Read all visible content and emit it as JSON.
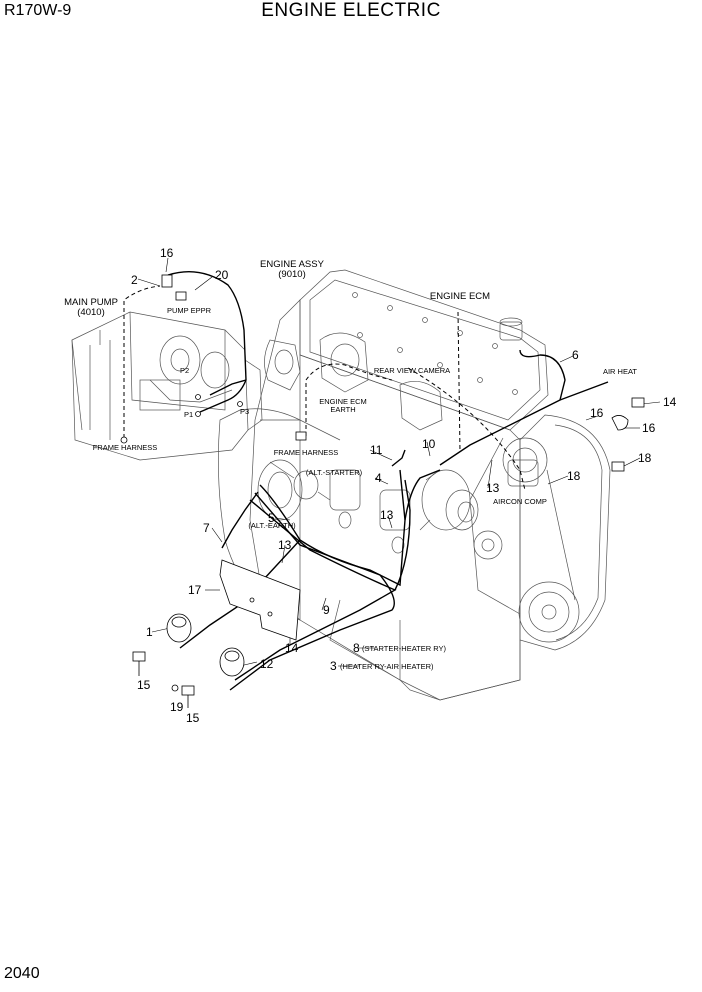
{
  "header": {
    "model": "R170W-9",
    "title": "ENGINE ELECTRIC"
  },
  "footer": {
    "page_number": "2040"
  },
  "callouts": {
    "engine_assy": "ENGINE ASSY",
    "engine_assy_code": "(9010)",
    "main_pump": "MAIN PUMP",
    "main_pump_code": "(4010)",
    "engine_ecm": "ENGINE ECM",
    "pump_eppr": "PUMP EPPR",
    "frame_harness_left": "FRAME HARNESS",
    "frame_harness_mid": "FRAME HARNESS",
    "rear_view_camera": "REAR VIEW CAMERA",
    "engine_ecm_earth_1": "ENGINE ECM",
    "engine_ecm_earth_2": "EARTH",
    "air_heat": "AIR HEAT",
    "aircon_comp": "AIRCON COMP",
    "alt_starter": "(ALT.-STARTER)",
    "alt_earth": "(ALT.-EARTH)",
    "starter_heater_ry": "(STARTER-HEATER RY)",
    "heater_ry_air_heater": "(HEATER RY-AIR HEATER)",
    "p1": "P1",
    "p2": "P2",
    "p3": "P3"
  },
  "part_numbers": {
    "n1": "1",
    "n2": "2",
    "n3": "3",
    "n4": "4",
    "n5": "5",
    "n6": "6",
    "n7": "7",
    "n8": "8",
    "n9": "9",
    "n10": "10",
    "n11": "11",
    "n12": "12",
    "n13a": "13",
    "n13b": "13",
    "n13c": "13",
    "n14a": "14",
    "n14b": "14",
    "n15a": "15",
    "n15b": "15",
    "n16a": "16",
    "n16b": "16",
    "n16c": "16",
    "n17": "17",
    "n18": "18",
    "n19": "19",
    "n20": "20"
  }
}
